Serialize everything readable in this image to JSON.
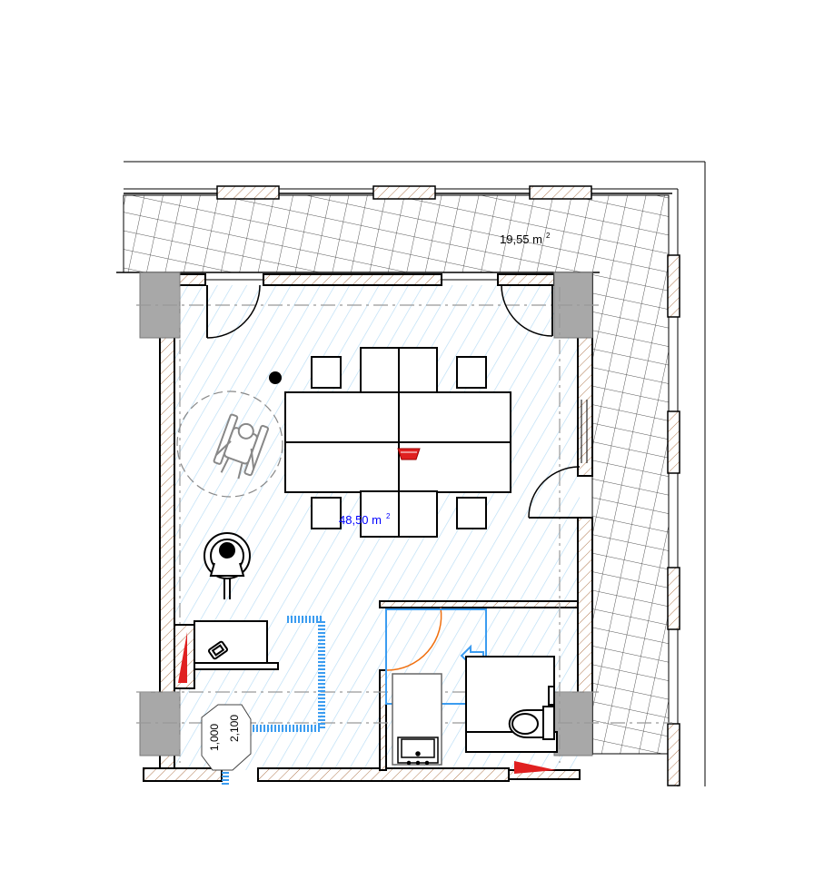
{
  "labels": {
    "terrace_area": "19,55 m",
    "room_area": "48,50 m",
    "area_superscript": "2",
    "door_width": "1,000",
    "door_height": "2,100"
  },
  "colors": {
    "wall": "#000000",
    "room_hatch": "#bfe0f7",
    "terrace_grid": "#555555",
    "column": "#a6a6a6",
    "room_text": "#0000ff",
    "accessible_route": "#3b9cf0",
    "door_swing_accent": "#f07010",
    "marker_red": "#e02020",
    "wall_hatch": "#c98b5a"
  },
  "icons": [
    "wheelchair-icon",
    "office-chair-icon",
    "toilet-icon",
    "sink-icon",
    "fire-extinguisher-icon",
    "arrow-left-icon"
  ]
}
